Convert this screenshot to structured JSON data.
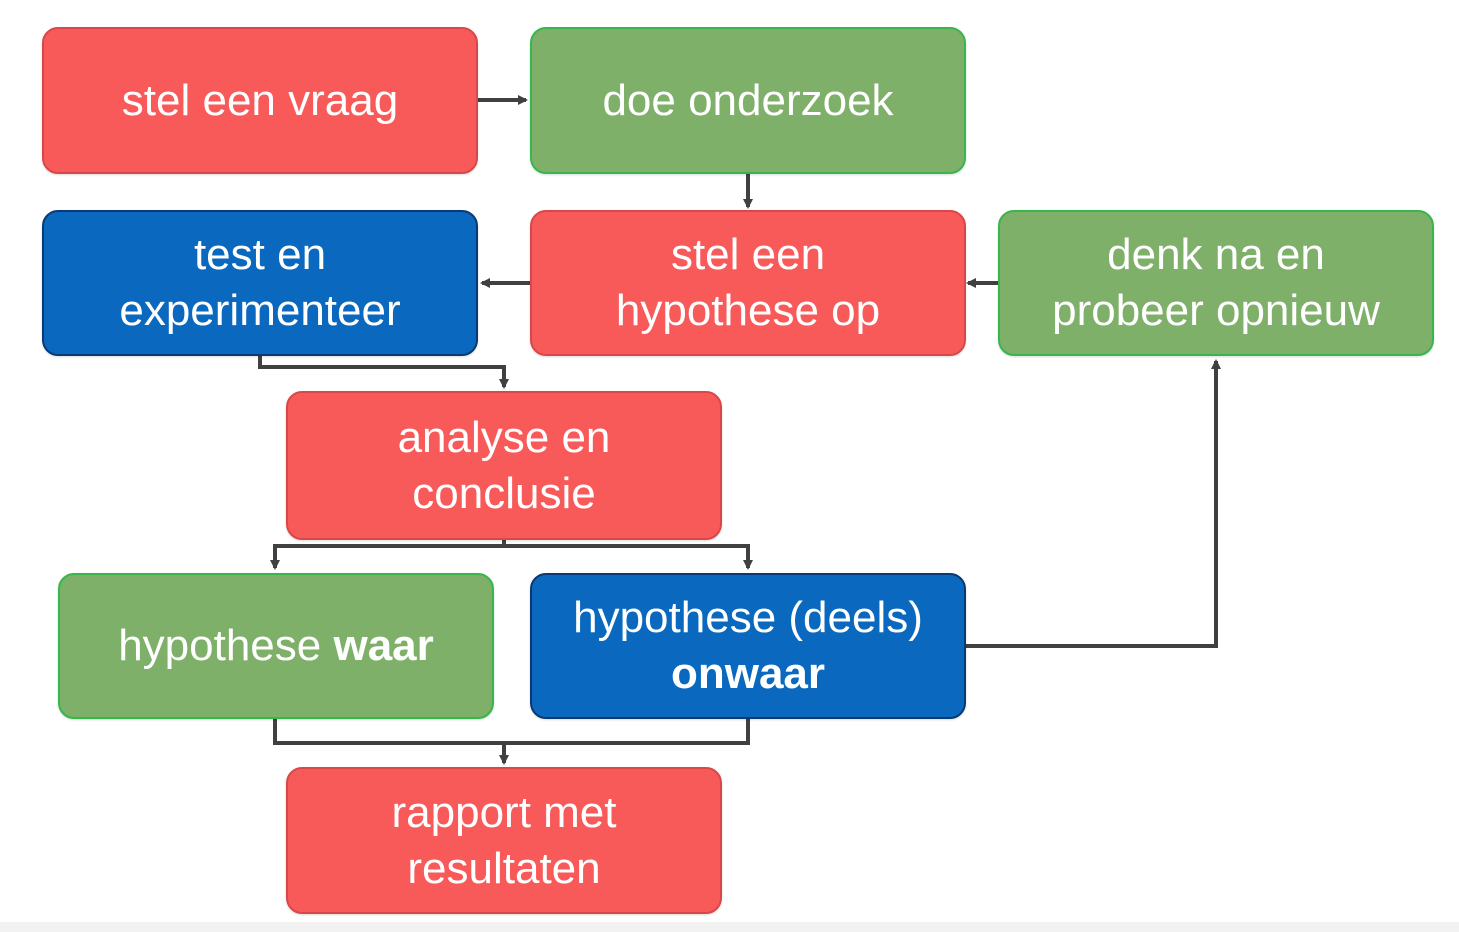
{
  "nodes": {
    "ask_question": {
      "line1": "stel een vraag",
      "color": "#f85a5a"
    },
    "do_research": {
      "line1": "doe onderzoek",
      "color": "#7fb069"
    },
    "test_experiment": {
      "line1": "test en",
      "line2": "experimenteer",
      "color": "#0a69bf"
    },
    "hypothesis": {
      "line1": "stel een",
      "line2": "hypothese op",
      "color": "#f85a5a"
    },
    "think_again": {
      "line1": "denk na en",
      "line2": "probeer opnieuw",
      "color": "#7fb069"
    },
    "analysis": {
      "line1": "analyse en",
      "line2": "conclusie",
      "color": "#f85a5a"
    },
    "hyp_true": {
      "text": "hypothese ",
      "bold": "waar",
      "color": "#7fb069"
    },
    "hyp_false": {
      "line1": "hypothese (deels)",
      "bold": "onwaar",
      "color": "#0a69bf"
    },
    "report": {
      "line1": "rapport met",
      "line2": "resultaten",
      "color": "#f85a5a"
    }
  },
  "connector_color": "#404040"
}
